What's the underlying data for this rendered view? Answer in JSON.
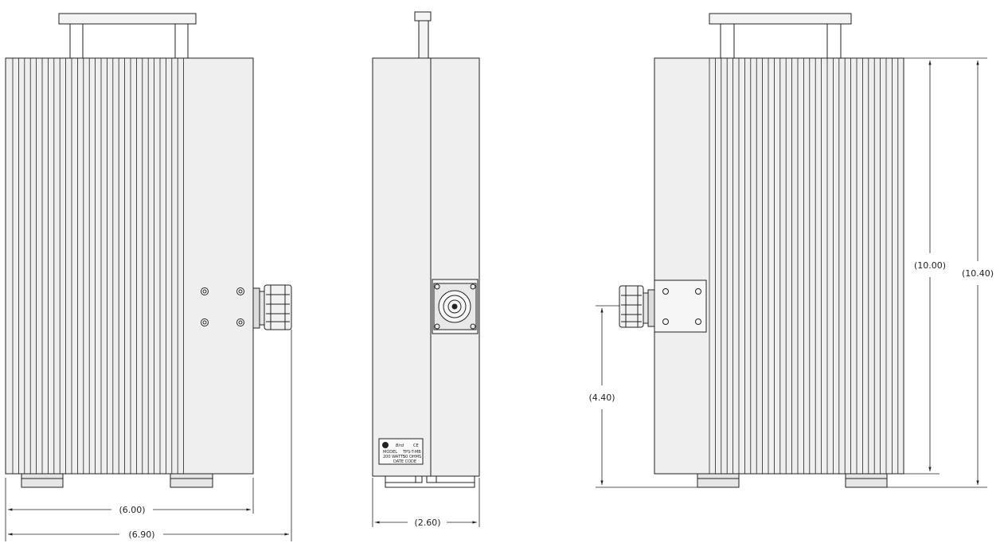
{
  "dimensions": {
    "front_width": "(6.00)",
    "front_overall_width": "(6.90)",
    "side_depth": "(2.60)",
    "rear_connector_height": "(4.40)",
    "rear_body_height": "(10.00)",
    "rear_overall_height": "(10.40)"
  },
  "nameplate": {
    "brand": "Bird",
    "mark": "CE",
    "line1_left": "MODEL",
    "line1_right": "TPS-T-MB",
    "line2_left": "200 WATTS",
    "line2_right": "50 OHMS",
    "line3": "DATE CODE"
  },
  "colors": {
    "body_fill": "#efefef",
    "line": "#222222"
  }
}
